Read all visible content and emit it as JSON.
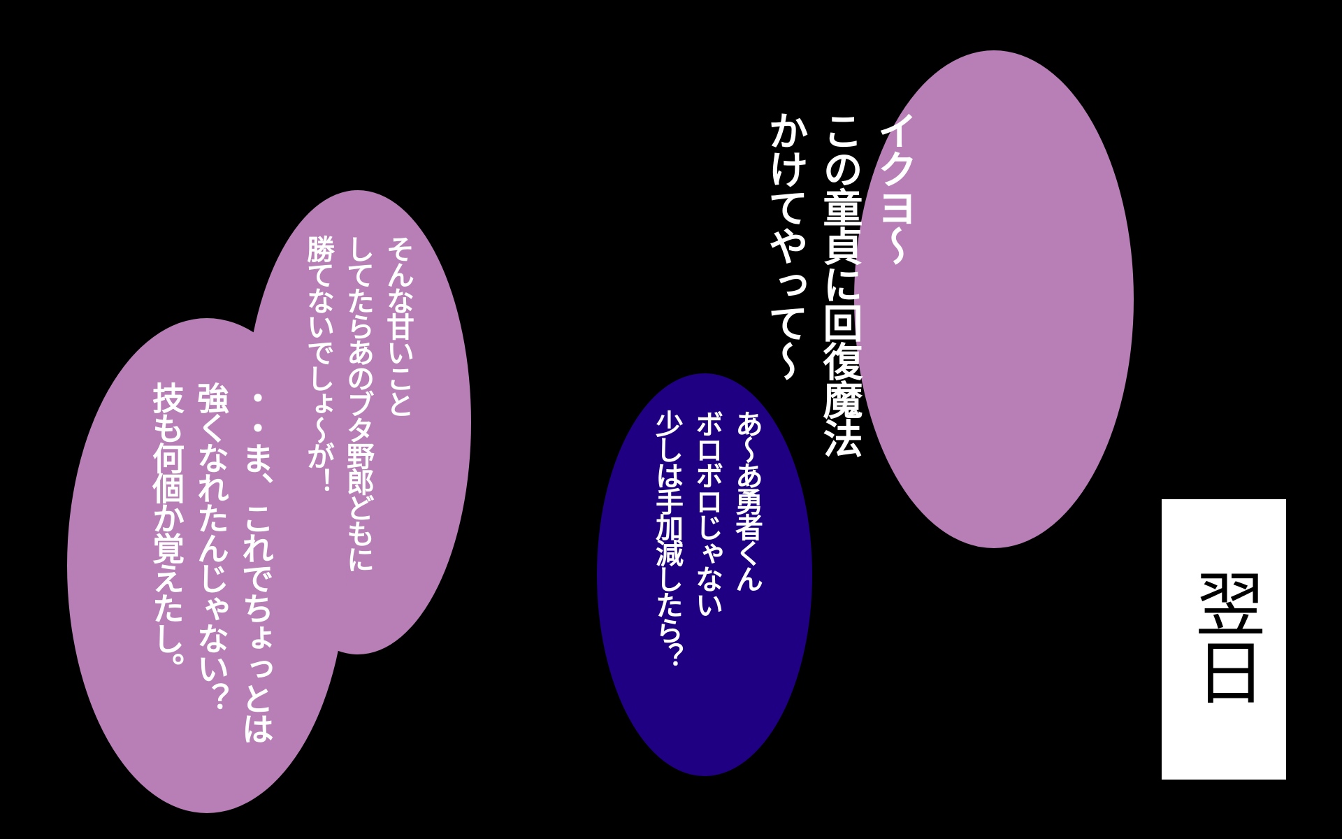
{
  "colors": {
    "background": "#000000",
    "bubble_purple": "#b77fb6",
    "bubble_navy": "#1f0083",
    "text_white": "#ffffff",
    "caption_bg": "#ffffff",
    "caption_text": "#000000"
  },
  "bubbles": [
    {
      "style": "purple",
      "lines": [
        "イクヨ〜",
        "この童貞に回復魔法",
        "かけてやって〜"
      ]
    },
    {
      "style": "purple",
      "lines": [
        "そんな甘いこと",
        "してたらあのブタ野郎どもに",
        "勝てないでしょ〜が！"
      ]
    },
    {
      "style": "purple",
      "lines": [
        "・・ま、これでちょっとは",
        "強くなれたんじゃない？",
        "技も何個か覚えたし。"
      ]
    },
    {
      "style": "navy",
      "lines": [
        "あ〜あ勇者くん",
        "ボロボロじゃない",
        "少しは手加減したら？"
      ]
    }
  ],
  "caption": {
    "text": "翌日"
  }
}
